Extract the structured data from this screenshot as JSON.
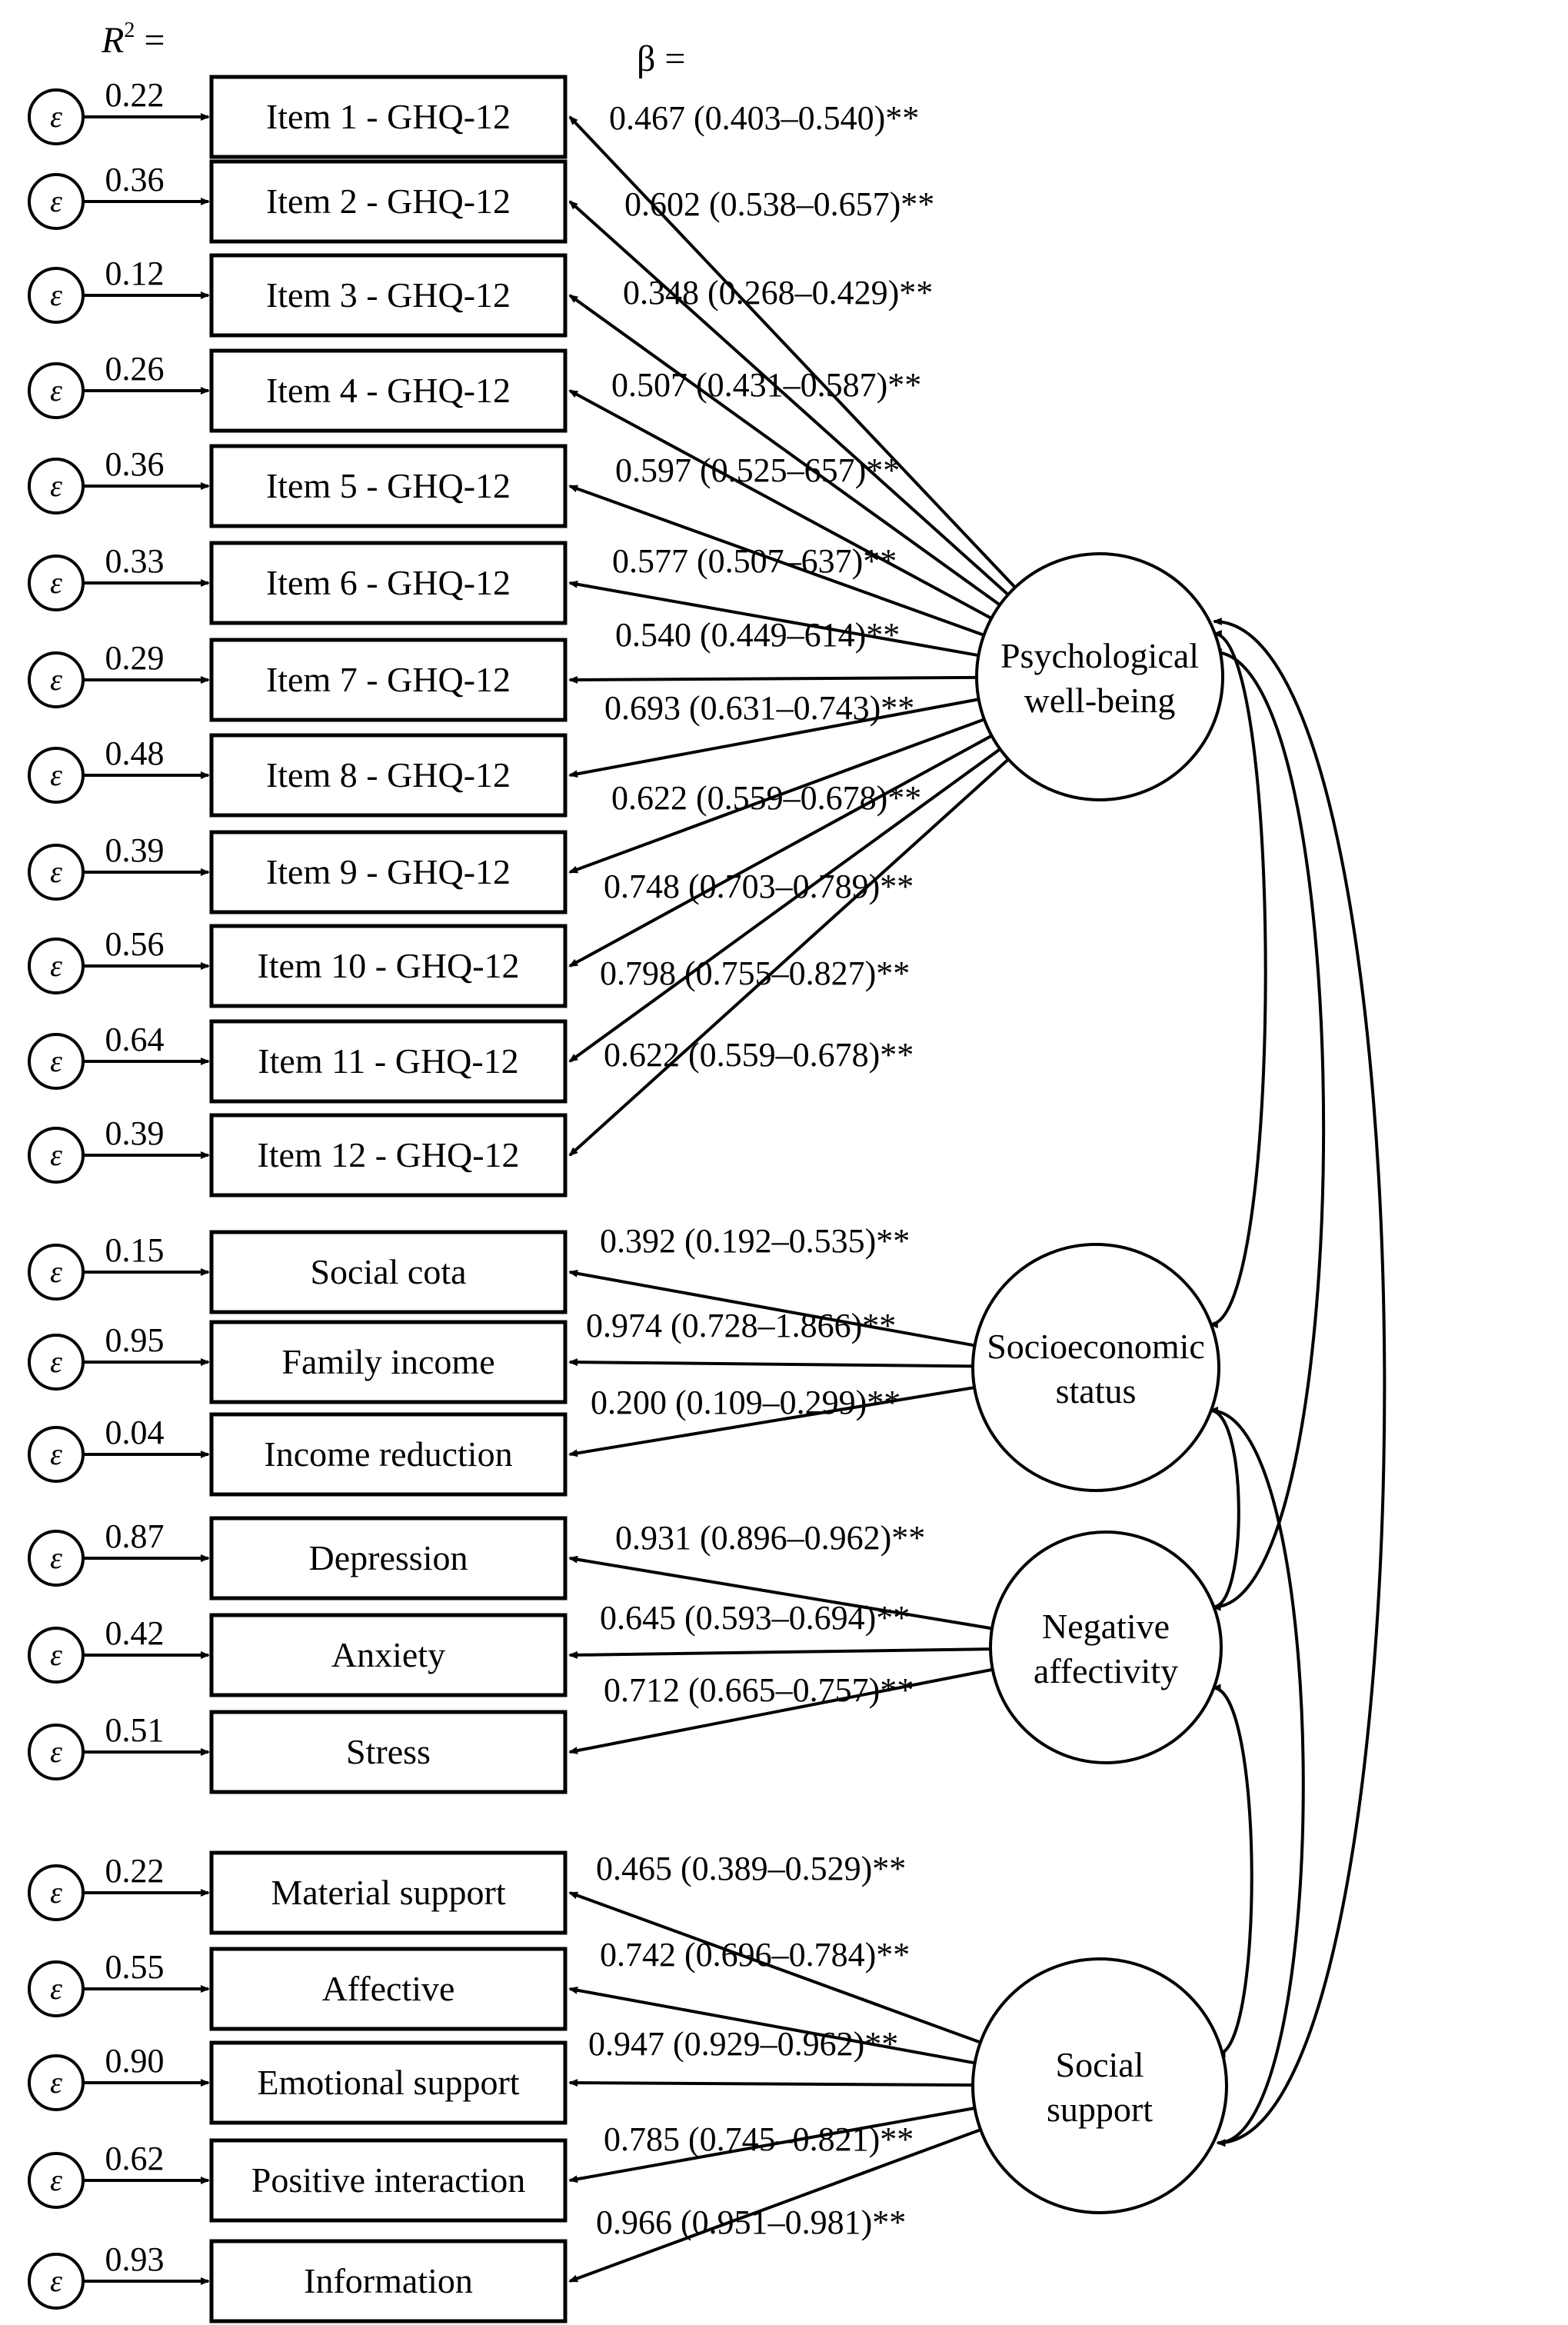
{
  "header": {
    "r2_label": "R",
    "r2_sup": "2",
    "r2_suffix": " =",
    "beta_label": "β ="
  },
  "error_symbol": "ε",
  "latents": [
    {
      "id": "pwb",
      "lines": [
        "Psychological",
        "well-being"
      ]
    },
    {
      "id": "ses",
      "lines": [
        "Socioeconomic",
        "status"
      ]
    },
    {
      "id": "na",
      "lines": [
        "Negative",
        "affectivity"
      ]
    },
    {
      "id": "ss",
      "lines": [
        "Social",
        "support"
      ]
    }
  ],
  "indicators": [
    {
      "label": "Item 1 - GHQ-12",
      "r2": "0.22",
      "beta": "0.467 (0.403–0.540)**",
      "latent": "pwb"
    },
    {
      "label": "Item 2 - GHQ-12",
      "r2": "0.36",
      "beta": "0.602 (0.538–0.657)**",
      "latent": "pwb"
    },
    {
      "label": "Item 3 - GHQ-12",
      "r2": "0.12",
      "beta": "0.348 (0.268–0.429)**",
      "latent": "pwb"
    },
    {
      "label": "Item 4 - GHQ-12",
      "r2": "0.26",
      "beta": "0.507 (0.431–0.587)**",
      "latent": "pwb"
    },
    {
      "label": "Item 5 - GHQ-12",
      "r2": "0.36",
      "beta": "0.597 (0.525–657)**",
      "latent": "pwb"
    },
    {
      "label": "Item 6 - GHQ-12",
      "r2": "0.33",
      "beta": "0.577 (0.507–637)**",
      "latent": "pwb"
    },
    {
      "label": "Item 7 - GHQ-12",
      "r2": "0.29",
      "beta": "0.540 (0.449–614)**",
      "latent": "pwb"
    },
    {
      "label": "Item 8 - GHQ-12",
      "r2": "0.48",
      "beta": "0.693 (0.631–0.743)**",
      "latent": "pwb"
    },
    {
      "label": "Item 9 - GHQ-12",
      "r2": "0.39",
      "beta": "0.622 (0.559–0.678)**",
      "latent": "pwb"
    },
    {
      "label": "Item 10 - GHQ-12",
      "r2": "0.56",
      "beta": "0.748 (0.703–0.789)**",
      "latent": "pwb"
    },
    {
      "label": "Item 11 - GHQ-12",
      "r2": "0.64",
      "beta": "0.798 (0.755–0.827)**",
      "latent": "pwb"
    },
    {
      "label": "Item 12 - GHQ-12",
      "r2": "0.39",
      "beta": "0.622 (0.559–0.678)**",
      "latent": "pwb"
    },
    {
      "label": "Social cota",
      "r2": "0.15",
      "beta": "0.392 (0.192–0.535)**",
      "latent": "ses"
    },
    {
      "label": "Family income",
      "r2": "0.95",
      "beta": "0.974 (0.728–1.866)**",
      "latent": "ses"
    },
    {
      "label": "Income reduction",
      "r2": "0.04",
      "beta": "0.200 (0.109–0.299)**",
      "latent": "ses"
    },
    {
      "label": "Depression",
      "r2": "0.87",
      "beta": "0.931 (0.896–0.962)**",
      "latent": "na"
    },
    {
      "label": "Anxiety",
      "r2": "0.42",
      "beta": "0.645 (0.593–0.694)**",
      "latent": "na"
    },
    {
      "label": "Stress",
      "r2": "0.51",
      "beta": "0.712 (0.665–0.757)**",
      "latent": "na"
    },
    {
      "label": "Material support",
      "r2": "0.22",
      "beta": "0.465 (0.389–0.529)**",
      "latent": "ss"
    },
    {
      "label": "Affective",
      "r2": "0.55",
      "beta": "0.742 (0.696–0.784)**",
      "latent": "ss"
    },
    {
      "label": "Emotional support",
      "r2": "0.90",
      "beta": "0.947 (0.929–0.962)**",
      "latent": "ss"
    },
    {
      "label": "Positive interaction",
      "r2": "0.62",
      "beta": "0.785 (0.745–0.821)**",
      "latent": "ss"
    },
    {
      "label": "Information",
      "r2": "0.93",
      "beta": "0.966 (0.951–0.981)**",
      "latent": "ss"
    }
  ],
  "covariances": [
    {
      "from": "pwb",
      "to": "ses"
    },
    {
      "from": "pwb",
      "to": "na"
    },
    {
      "from": "pwb",
      "to": "ss"
    },
    {
      "from": "ses",
      "to": "na"
    },
    {
      "from": "ses",
      "to": "ss"
    },
    {
      "from": "na",
      "to": "ss"
    }
  ]
}
